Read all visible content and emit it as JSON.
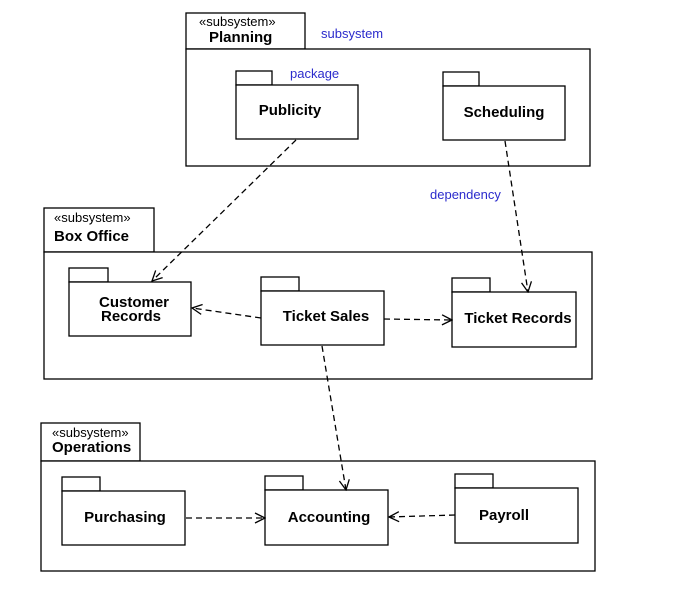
{
  "colors": {
    "line": "#000000",
    "annotation": "#2b2bcc",
    "background": "#ffffff"
  },
  "subsystems": {
    "planning": {
      "stereotype": "«subsystem»",
      "name": "Planning"
    },
    "box_office": {
      "stereotype": "«subsystem»",
      "name": "Box Office"
    },
    "operations": {
      "stereotype": "«subsystem»",
      "name": "Operations"
    }
  },
  "packages": {
    "publicity": {
      "name": "Publicity"
    },
    "scheduling": {
      "name": "Scheduling"
    },
    "customer_records": {
      "name_line1": "Customer",
      "name_line2": "Records"
    },
    "ticket_sales": {
      "name": "Ticket Sales"
    },
    "ticket_records": {
      "name": "Ticket Records"
    },
    "purchasing": {
      "name": "Purchasing"
    },
    "accounting": {
      "name": "Accounting"
    },
    "payroll": {
      "name": "Payroll"
    }
  },
  "annotations": {
    "subsystem": "subsystem",
    "package": "package",
    "dependency": "dependency"
  }
}
